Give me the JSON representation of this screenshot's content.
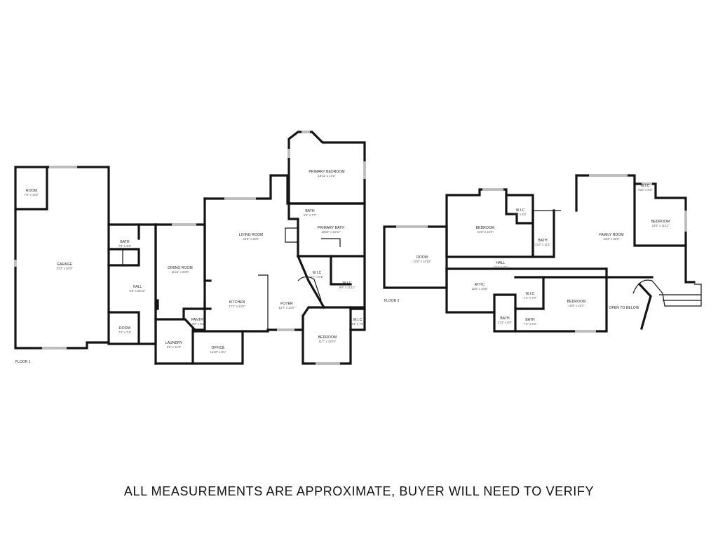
{
  "floors": [
    {
      "id": "floor1",
      "label": "FLOOR 1"
    },
    {
      "id": "floor2",
      "label": "FLOOR 2"
    }
  ],
  "rooms": {
    "f1_room": {
      "name": "ROOM",
      "dims": "7'6\" x 10'2\""
    },
    "f1_garage": {
      "name": "GARAGE",
      "dims": "23'2\" x 40'3\""
    },
    "f1_bath1": {
      "name": "BATH",
      "dims": "7'3\" x 9'3\""
    },
    "f1_hall": {
      "name": "HALL",
      "dims": "5'6\" x 28'10\""
    },
    "f1_room2": {
      "name": "ROOM",
      "dims": "7'3\" x 7'4\""
    },
    "f1_dining": {
      "name": "DINING ROOM",
      "dims": "11'11\" x 20'0\""
    },
    "f1_living": {
      "name": "LIVING ROOM",
      "dims": "24'8\" x 20'0\""
    },
    "f1_kitchen": {
      "name": "KITCHEN",
      "dims": "17'2\" x 14'0\""
    },
    "f1_pantry": {
      "name": "PANTRY",
      "dims": "6'0\" x 5'2\""
    },
    "f1_laundry": {
      "name": "LAUNDRY",
      "dims": "9'2\" x 11'3\""
    },
    "f1_office": {
      "name": "OFFICE",
      "dims": "11'10\" x 8'1\""
    },
    "f1_foyer": {
      "name": "FOYER",
      "dims": "12'7\" x 14'0\""
    },
    "f1_primary_bed": {
      "name": "PRIMARY BEDROOM",
      "dims": "18'11\" x 17'2\""
    },
    "f1_bath2": {
      "name": "BATH",
      "dims": "5'4\" x 7'7\""
    },
    "f1_primary_bath": {
      "name": "PRIMARY BATH",
      "dims": "16'10\" x 13'11\""
    },
    "f1_wic1": {
      "name": "W.I.C",
      "dims": "6'7\" x 9'1\""
    },
    "f1_wic2": {
      "name": "W.I.C",
      "dims": "9'5\" x 11'11\""
    },
    "f1_wic3": {
      "name": "W.I.C",
      "dims": "3'4\" x 7'6\""
    },
    "f1_bedroom": {
      "name": "BEDROOM",
      "dims": "11'7\" x 13'10\""
    },
    "f2_room": {
      "name": "ROOM",
      "dims": "10'2\" x 14'10\""
    },
    "f2_bedroom1": {
      "name": "BEDROOM",
      "dims": "21'6\" x 16'0\""
    },
    "f2_wic1": {
      "name": "W.I.C",
      "dims": "6'4\" x 6'3\""
    },
    "f2_bath1": {
      "name": "BATH",
      "dims": "4'10\" x 11'1\""
    },
    "f2_hall": {
      "name": "HALL",
      "dims": "27'1\" x 3'1\""
    },
    "f2_attic": {
      "name": "ATTIC",
      "dims": "12'0\" x 10'5\""
    },
    "f2_wic2": {
      "name": "W.I.C",
      "dims": "7'3\" x 7'0\""
    },
    "f2_bath2": {
      "name": "BATH",
      "dims": "4'11\" x 6'6\""
    },
    "f2_bath3": {
      "name": "BATH",
      "dims": "7'3\" x 5'3\""
    },
    "f2_bedroom2": {
      "name": "BEDROOM",
      "dims": "15'0\" x 18'4\""
    },
    "f2_family": {
      "name": "FAMILY ROOM",
      "dims": "33'3\" x 25'0\""
    },
    "f2_wic3": {
      "name": "W.I.C",
      "dims": "4'10\" x 5'3\""
    },
    "f2_bedroom3": {
      "name": "BEDROOM",
      "dims": "12'8\" x 11'11\""
    },
    "f2_open": {
      "name": "OPEN TO BELOW",
      "dims": ""
    }
  },
  "disclaimer": "ALL MEASUREMENTS ARE APPROXIMATE, BUYER WILL NEED TO VERIFY"
}
